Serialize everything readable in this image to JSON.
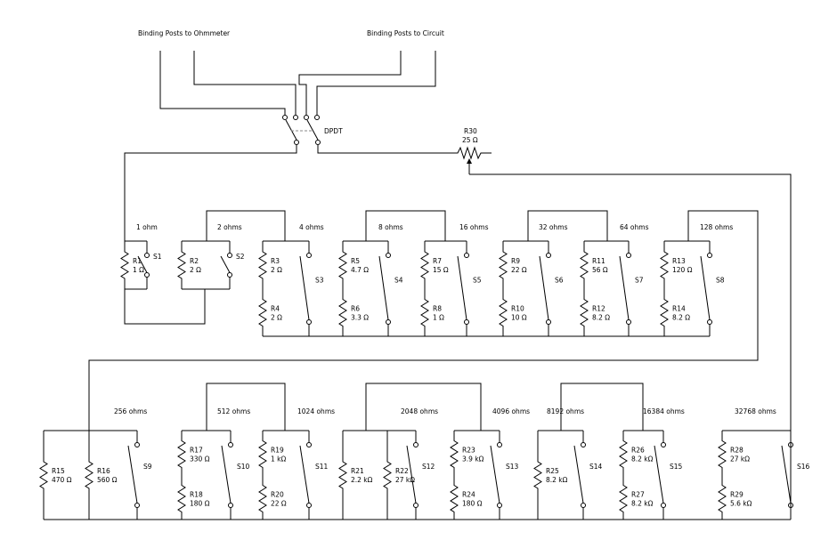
{
  "headers": {
    "ohmmeter": "Binding Posts to Ohmmeter",
    "circuit": "Binding Posts to Circuit"
  },
  "dpdt": "DPDT",
  "pot": {
    "name": "R30",
    "value": "25 Ω"
  },
  "stages": [
    "1 ohm",
    "2 ohms",
    "4 ohms",
    "8 ohms",
    "16 ohms",
    "32 ohms",
    "64 ohms",
    "128 ohms",
    "256 ohms",
    "512 ohms",
    "1024 ohms",
    "2048 ohms",
    "4096 ohms",
    "8192 ohms",
    "16384 ohms",
    "32768 ohms"
  ],
  "resistors": [
    {
      "name": "R1",
      "value": "1 Ω"
    },
    {
      "name": "R2",
      "value": "2 Ω"
    },
    {
      "name": "R3",
      "value": "2 Ω"
    },
    {
      "name": "R4",
      "value": "2 Ω"
    },
    {
      "name": "R5",
      "value": "4.7 Ω"
    },
    {
      "name": "R6",
      "value": "3.3 Ω"
    },
    {
      "name": "R7",
      "value": "15 Ω"
    },
    {
      "name": "R8",
      "value": "1 Ω"
    },
    {
      "name": "R9",
      "value": "22 Ω"
    },
    {
      "name": "R10",
      "value": "10 Ω"
    },
    {
      "name": "R11",
      "value": "56 Ω"
    },
    {
      "name": "R12",
      "value": "8.2 Ω"
    },
    {
      "name": "R13",
      "value": "120 Ω"
    },
    {
      "name": "R14",
      "value": "8.2 Ω"
    },
    {
      "name": "R15",
      "value": "470 Ω"
    },
    {
      "name": "R16",
      "value": "560 Ω"
    },
    {
      "name": "R17",
      "value": "330 Ω"
    },
    {
      "name": "R18",
      "value": "180 Ω"
    },
    {
      "name": "R19",
      "value": "1 kΩ"
    },
    {
      "name": "R20",
      "value": "22 Ω"
    },
    {
      "name": "R21",
      "value": "2.2 kΩ"
    },
    {
      "name": "R22",
      "value": "27 kΩ"
    },
    {
      "name": "R23",
      "value": "3.9 kΩ"
    },
    {
      "name": "R24",
      "value": "180 Ω"
    },
    {
      "name": "R25",
      "value": "8.2 kΩ"
    },
    {
      "name": "R26",
      "value": "8.2 kΩ"
    },
    {
      "name": "R27",
      "value": "8.2 kΩ"
    },
    {
      "name": "R28",
      "value": "27 kΩ"
    },
    {
      "name": "R29",
      "value": "5.6 kΩ"
    }
  ],
  "switches": [
    "S1",
    "S2",
    "S3",
    "S4",
    "S5",
    "S6",
    "S7",
    "S8",
    "S9",
    "S10",
    "S11",
    "S12",
    "S13",
    "S14",
    "S15",
    "S16"
  ]
}
